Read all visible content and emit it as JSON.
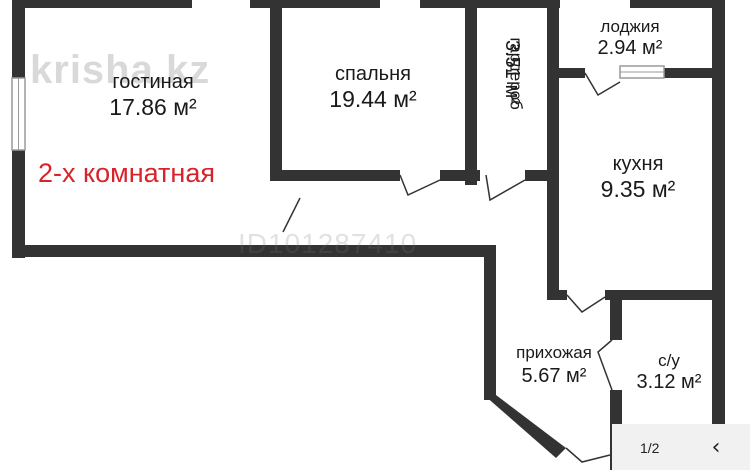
{
  "watermark": "krisha.kz",
  "listing_id_watermark": "ID101287410",
  "apartment_type": "2-х комнатная",
  "rooms": {
    "living": {
      "name": "гостиная",
      "area": "17.86 м²"
    },
    "bedroom": {
      "name": "спальня",
      "area": "19.44 м²"
    },
    "wardrobe": {
      "name": "гардероб",
      "area": "3.51 м²"
    },
    "loggia": {
      "name": "лоджия",
      "area": "2.94 м²"
    },
    "kitchen": {
      "name": "кухня",
      "area": "9.35 м²"
    },
    "hallway": {
      "name": "прихожая",
      "area": "5.67 м²"
    },
    "bathroom": {
      "name": "с/у",
      "area": "3.12 м²"
    }
  },
  "pager": {
    "counter": "1/2",
    "prev_icon": "chevron-left-icon"
  },
  "colors": {
    "wall": "#333333",
    "accent_text": "#d8232a",
    "window": "#9a9a9a"
  }
}
